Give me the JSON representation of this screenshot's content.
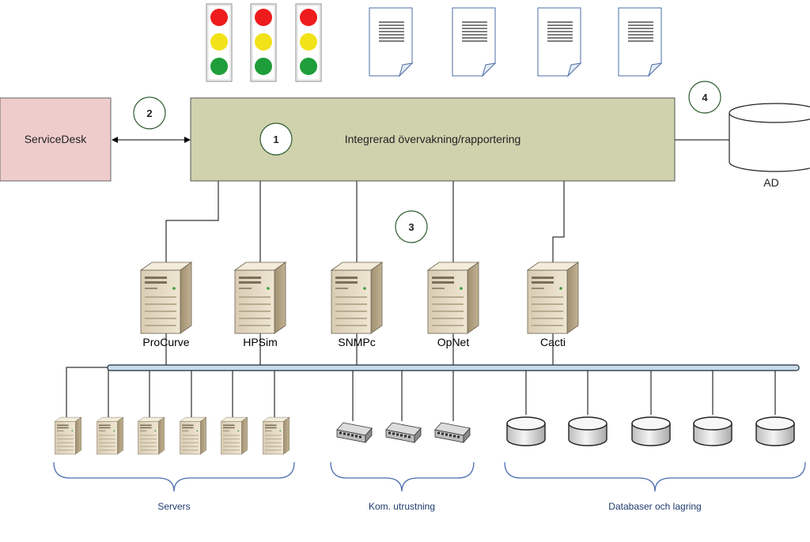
{
  "main_box": {
    "label": "Integrerad övervakning/rapportering"
  },
  "service_desk": {
    "label": "ServiceDesk"
  },
  "ad": {
    "label": "AD"
  },
  "markers": [
    "1",
    "2",
    "3",
    "4"
  ],
  "monitoring_servers": [
    {
      "id": "procurve",
      "label": "ProCurve"
    },
    {
      "id": "hpsim",
      "label": "HPSim"
    },
    {
      "id": "snmpc",
      "label": "SNMPc"
    },
    {
      "id": "opnet",
      "label": "OpNet"
    },
    {
      "id": "cacti",
      "label": "Cacti"
    }
  ],
  "groups": {
    "servers": {
      "label": "Servers"
    },
    "com_equipment": {
      "label": "Kom. utrustning"
    },
    "databases": {
      "label": "Databaser och lagring"
    }
  },
  "colors": {
    "main_box_fill": "#cfd2ad",
    "service_desk_fill": "#efcccc",
    "bus_fill": "#c9dbe8",
    "brace": "#4a6fae",
    "red": "#ee1c1c",
    "yellow": "#f2e218",
    "green": "#1e9e3a"
  },
  "icons": [
    "traffic-light-icon",
    "document-icon",
    "server-tower-icon",
    "network-switch-icon",
    "database-cylinder-icon"
  ]
}
